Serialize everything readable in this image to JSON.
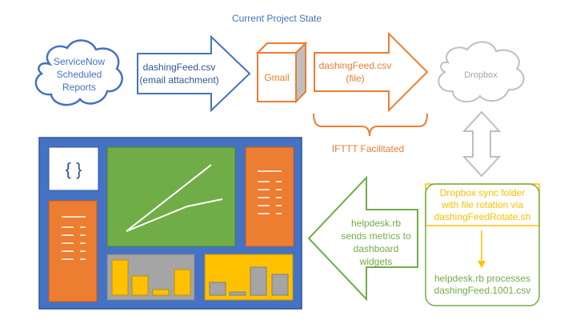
{
  "diagram": {
    "title": "Current Project State",
    "servicenow_label": [
      "ServiceNow",
      "Scheduled",
      "Reports"
    ],
    "email_arrow_label": [
      "dashingFeed.csv",
      "(email attachment)"
    ],
    "gmail_label": "Gmail",
    "file_arrow_label": [
      "dashingFeed.csv",
      "(file)"
    ],
    "dropbox_label": "Dropbox",
    "ifttt_label": "IFTTT Facilitated",
    "sync_box_label": [
      "Dropbox sync folder",
      "with file rotation via",
      "dashingFeedRotate.sh"
    ],
    "process_label": [
      "helpdesk.rb processes",
      "dashingFeed.1001.csv"
    ],
    "metrics_arrow_label": [
      "helpdesk.rb",
      "sends metrics to",
      "dashboard",
      "widgets"
    ],
    "widget_text_icon": "{ }"
  },
  "colors": {
    "title": "#4472c4",
    "servicenow_blue": "#4472c4",
    "orange": "#ed7d31",
    "gray": "#a5a5a5",
    "gold": "#ffc000",
    "green": "#70ad47",
    "dashboard_bg": "#4472c4",
    "dark_text": "#404040"
  },
  "icons": [
    "cloud-icon",
    "cube-icon",
    "double-arrow-icon",
    "brace-bracket-icon",
    "line-chart-icon",
    "bar-chart-icon",
    "list-widget-icon"
  ]
}
